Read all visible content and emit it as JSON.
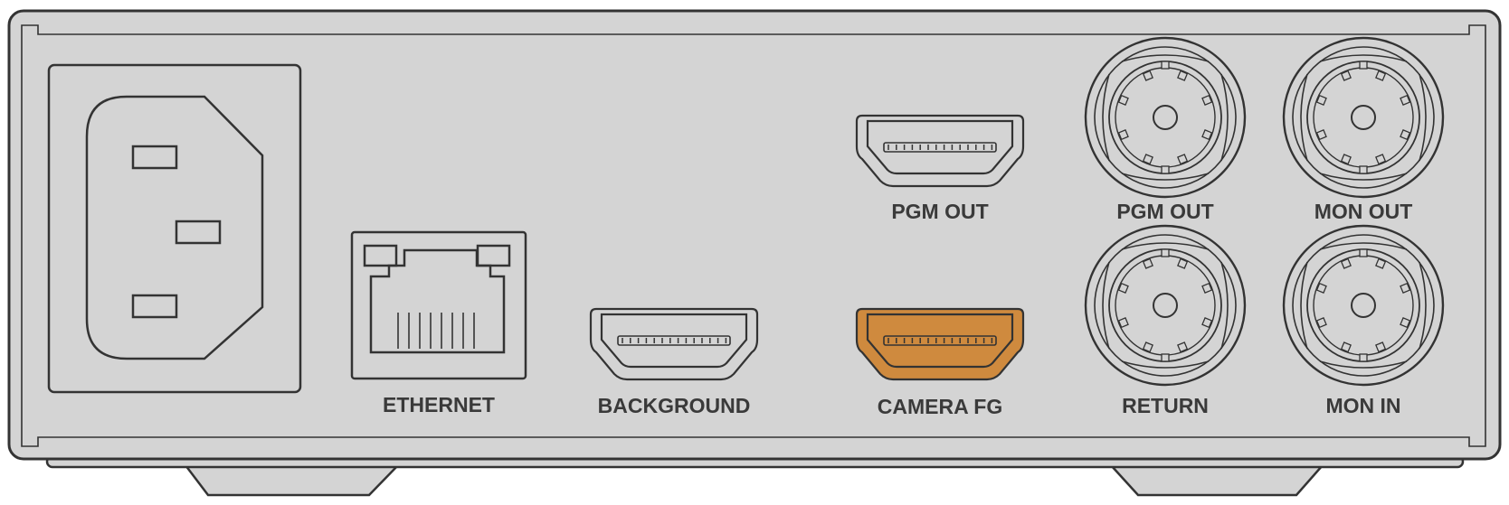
{
  "colors": {
    "panel": "#d4d4d4",
    "outline": "#333333",
    "highlight": "#cf8a3e",
    "background": "#ffffff"
  },
  "ports": {
    "ethernet": {
      "label": "ETHERNET",
      "icon": "rj45-port-icon"
    },
    "background": {
      "label": "BACKGROUND",
      "icon": "hdmi-port-icon"
    },
    "pgm_out_hdmi": {
      "label": "PGM OUT",
      "icon": "hdmi-port-icon"
    },
    "camera_fg": {
      "label": "CAMERA FG",
      "icon": "hdmi-port-icon",
      "highlighted": true
    },
    "pgm_out_sdi": {
      "label": "PGM OUT",
      "icon": "bnc-connector-icon"
    },
    "mon_out": {
      "label": "MON OUT",
      "icon": "bnc-connector-icon"
    },
    "return": {
      "label": "RETURN",
      "icon": "bnc-connector-icon"
    },
    "mon_in": {
      "label": "MON IN",
      "icon": "bnc-connector-icon"
    }
  },
  "power": {
    "icon": "iec-power-inlet-icon"
  }
}
